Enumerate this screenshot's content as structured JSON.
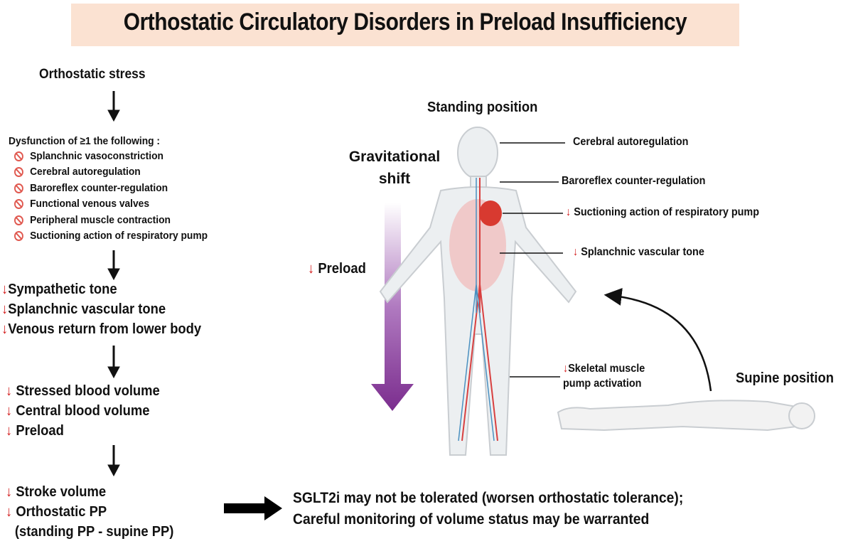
{
  "title": "Orthostatic Circulatory Disorders in Preload Insufficiency",
  "flow": {
    "start": "Orthostatic stress",
    "dysfunction_header": "Dysfunction of ≥1 the following :",
    "dysfunction_items": [
      "Splanchnic vasoconstriction",
      "Cerebral autoregulation",
      "Baroreflex counter-regulation",
      "Functional venous valves",
      "Peripheral muscle contraction",
      "Suctioning action of respiratory pump"
    ],
    "step2": [
      "Sympathetic tone",
      "Splanchnic vascular tone",
      "Venous return from lower body"
    ],
    "step3": [
      "Stressed blood volume",
      "Central blood volume",
      "Preload"
    ],
    "step4": [
      "Stroke volume",
      "Orthostatic PP"
    ],
    "step4_note": "(standing PP - supine PP)",
    "down_arrow": "↓"
  },
  "conclusion": [
    "SGLT2i may not be tolerated (worsen orthostatic tolerance);",
    "Careful monitoring of volume status may be warranted"
  ],
  "figure": {
    "gravitational": [
      "Gravitational",
      "shift"
    ],
    "preload": "Preload",
    "standing": "Standing position",
    "supine": "Supine position",
    "labels": [
      "Cerebral autoregulation",
      "Baroreflex counter-regulation",
      "Suctioning action of respiratory pump",
      "Splanchnic vascular tone"
    ],
    "skeletal": [
      "Skeletal muscle",
      "pump activation"
    ]
  },
  "colors": {
    "banner": "#fbe2d2",
    "decrease": "#d42020",
    "gravity_arrow": "#7b2d8e"
  }
}
